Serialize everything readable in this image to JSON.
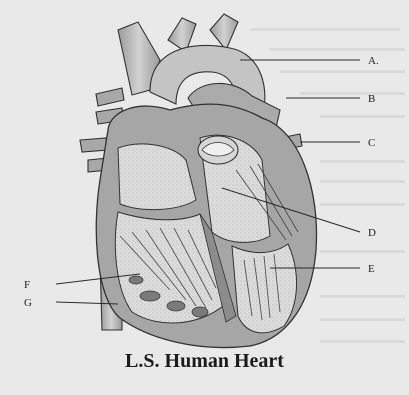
{
  "caption": "L.S. Human Heart",
  "labels": {
    "A": "A.",
    "B": "B",
    "C": "C",
    "D": "D",
    "E": "E",
    "F": "F",
    "G": "G"
  },
  "colors": {
    "background": "#e9e9e9",
    "outline": "#333333",
    "vessel": "#b8b8b8",
    "wall": "#9e9e9e",
    "chamber": "#dcdcdc",
    "leader_line": "#2a2a2a"
  }
}
